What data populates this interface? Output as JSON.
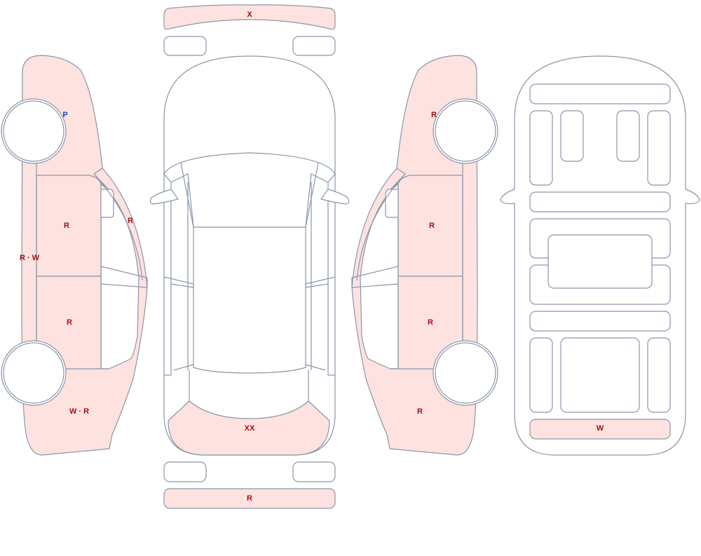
{
  "colors": {
    "damaged_fill": "#fde2e0",
    "clean_fill": "#ffffff",
    "outline": "#8a96aa",
    "label_red": "#a01010",
    "label_blue": "#1f3fbf"
  },
  "labels": {
    "front_bumper": "X",
    "rear_bumper": "R",
    "rear_panel": "XX",
    "left_rear_quarter": "P",
    "left_rocker": "R · W",
    "left_front_door": "R",
    "left_rear_door": "R",
    "left_a_pillar": "R",
    "left_front_fender": "W · R",
    "right_rear_quarter": "R",
    "right_front_door": "R",
    "right_rear_door": "R",
    "right_front_fender": "R",
    "rear_sill": "W"
  }
}
